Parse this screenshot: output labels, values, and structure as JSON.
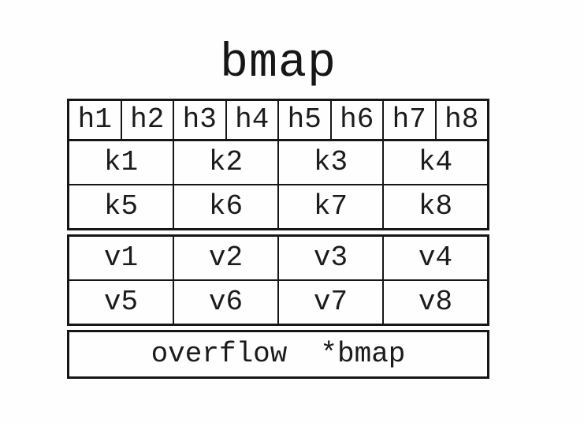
{
  "title": "bmap",
  "colors": {
    "border": "#161616",
    "text": "#1b1b1b",
    "background": "#fefefe"
  },
  "table": {
    "header_cells": [
      "h1",
      "h2",
      "h3",
      "h4",
      "h5",
      "h6",
      "h7",
      "h8"
    ],
    "key_rows": [
      [
        "k1",
        "k2",
        "k3",
        "k4"
      ],
      [
        "k5",
        "k6",
        "k7",
        "k8"
      ]
    ],
    "value_rows": [
      [
        "v1",
        "v2",
        "v3",
        "v4"
      ],
      [
        "v5",
        "v6",
        "v7",
        "v8"
      ]
    ],
    "overflow": {
      "field": "overflow",
      "type": "*bmap"
    }
  }
}
